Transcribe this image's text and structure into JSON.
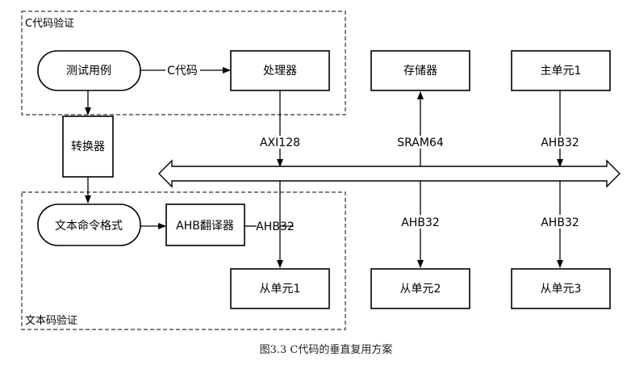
{
  "regions": {
    "c_verify": "C代码验证",
    "text_verify": "文本码验证"
  },
  "nodes": {
    "test_case": "测试用例",
    "processor": "处理器",
    "converter": "转换器",
    "text_cmd_format": "文本命令格式",
    "ahb_translator": "AHB翻译器",
    "memory": "存储器",
    "master1": "主单元1",
    "slave1": "从单元1",
    "slave2": "从单元2",
    "slave3": "从单元3"
  },
  "edges": {
    "c_code": "C代码",
    "axi128": "AXI128",
    "sram64": "SRAM64",
    "ahb32_master": "AHB32",
    "ahb32_translator": "AHB32",
    "ahb32_slave2": "AHB32",
    "ahb32_slave3": "AHB32"
  },
  "caption": "图3.3 C代码的垂直复用方案"
}
